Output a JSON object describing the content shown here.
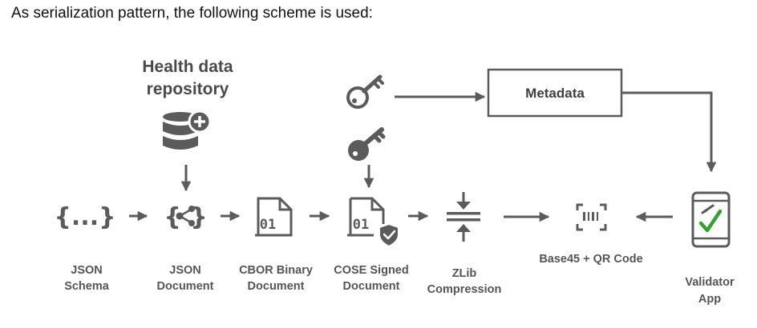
{
  "intro_text": "As serialization pattern, the following scheme is used:",
  "repository": {
    "line1": "Health data",
    "line2": "repository"
  },
  "metadata_label": "Metadata",
  "json_schema_symbol": "{...}",
  "steps": [
    {
      "line1": "JSON",
      "line2": "Schema"
    },
    {
      "line1": "JSON",
      "line2": "Document"
    },
    {
      "line1": "CBOR Binary",
      "line2": "Document"
    },
    {
      "line1": "COSE Signed",
      "line2": "Document"
    },
    {
      "line1": "ZLib",
      "line2": "Compression"
    },
    {
      "line1": "Base45 + QR Code"
    },
    {
      "line1": "Validator",
      "line2": "App"
    }
  ],
  "doc_icon_text": "01",
  "colors": {
    "icon": "#5b5b5b",
    "arrow": "#5b5b5b",
    "check": "#2ea62e",
    "label": "#555555"
  },
  "icons": [
    "json-braces-icon",
    "json-document-icon",
    "database-plus-icon",
    "cbor-document-icon",
    "cose-signed-document-icon",
    "shield-check-icon",
    "key-outline-icon",
    "key-solid-icon",
    "compression-icon",
    "qr-scan-icon",
    "phone-check-icon"
  ]
}
